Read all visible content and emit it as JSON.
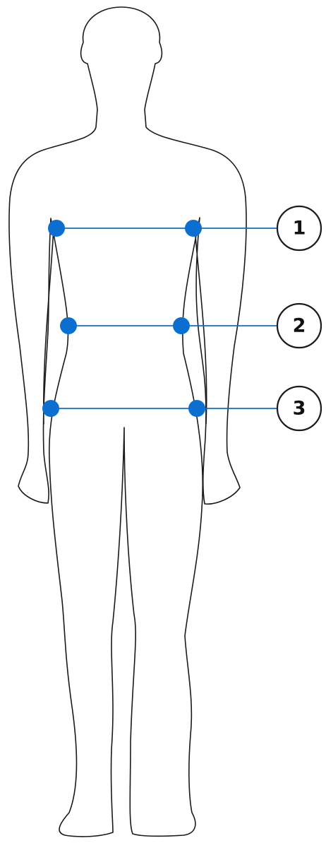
{
  "diagram": {
    "colors": {
      "accent": "#0a6fd1",
      "outline": "#1a1a1a",
      "background": "#ffffff"
    },
    "measurements": [
      {
        "label": "1",
        "name": "chest"
      },
      {
        "label": "2",
        "name": "waist"
      },
      {
        "label": "3",
        "name": "hips"
      }
    ]
  }
}
